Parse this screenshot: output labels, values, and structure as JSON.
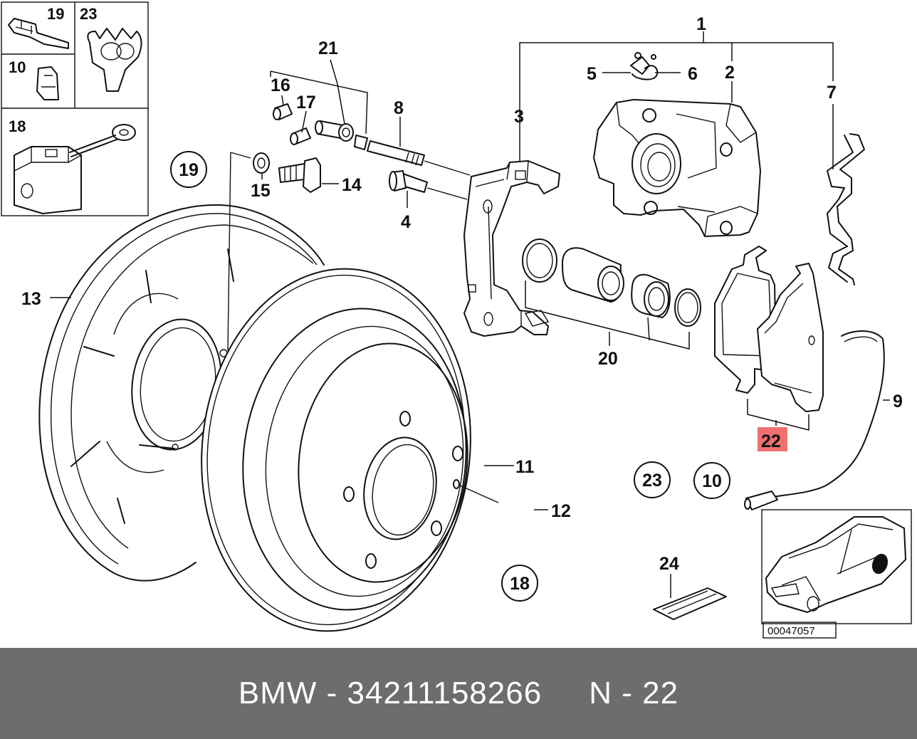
{
  "diagram": {
    "labels": {
      "l1": "1",
      "l2": "2",
      "l3": "3",
      "l4": "4",
      "l5": "5",
      "l6": "6",
      "l7": "7",
      "l8": "8",
      "l9": "9",
      "l10": "10",
      "l11": "11",
      "l12": "12",
      "l13": "13",
      "l14": "14",
      "l15": "15",
      "l16": "16",
      "l17": "17",
      "l18": "18",
      "l19": "19",
      "l20": "20",
      "l21": "21",
      "l22": "22",
      "l23": "23",
      "l24": "24"
    },
    "inset_labels": {
      "i19": "19",
      "i23": "23",
      "i10": "10",
      "i18": "18"
    },
    "circled": {
      "c19": "19",
      "c23": "23",
      "c10": "10",
      "c18": "18"
    },
    "highlight_color": "#f07070",
    "diagram_code": "00047057"
  },
  "footer": {
    "brand": "BMW",
    "separator": "-",
    "part_number": "34211158266",
    "position_prefix": "N",
    "position_value": "22",
    "text": "BMW - 34211158266     N - 22"
  }
}
